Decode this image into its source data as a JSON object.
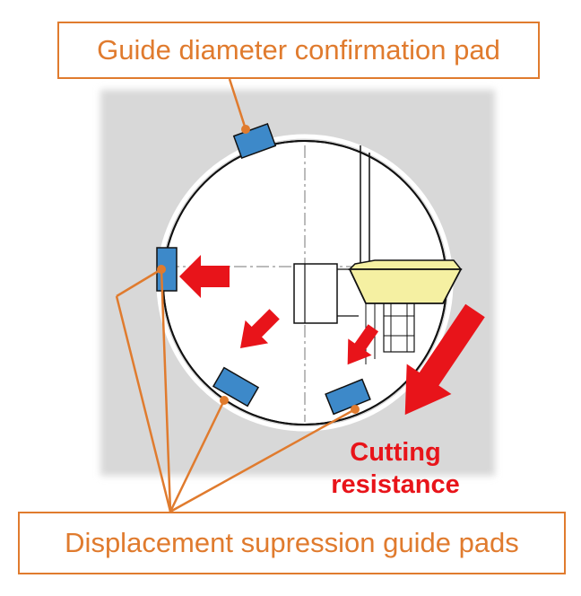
{
  "labels": {
    "top": "Guide diameter confirmation pad",
    "bottom": "Displacement supression guide pads",
    "cutting_line1": "Cutting",
    "cutting_line2": "resistance"
  },
  "colors": {
    "label": "#e07b2e",
    "arrow": "#e8141a",
    "pad": "#3d89c9",
    "insert": "#f5f0a2",
    "background": "#d9d9d9"
  }
}
